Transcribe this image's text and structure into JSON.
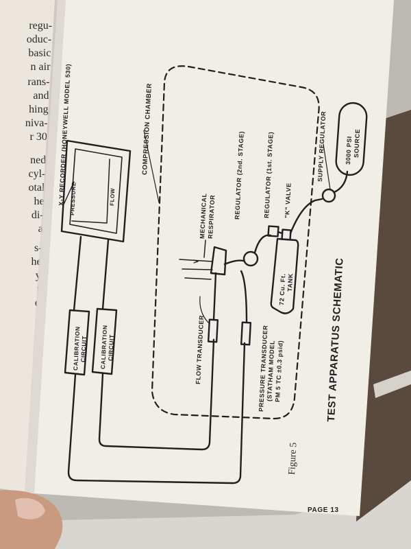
{
  "left_page_fragments": [
    "regu-",
    "oduc-",
    "basic",
    "n  air",
    "rans-",
    "and",
    "hing",
    "niva-",
    "r 30",
    "ned",
    "cyl-",
    "otal",
    "he",
    "di-",
    "a",
    "s-",
    "he",
    "y",
    "t",
    "e"
  ],
  "diagram": {
    "title": "TEST APPARATUS SCHEMATIC",
    "figure_label": "Figure 5",
    "page_number": "PAGE 13",
    "labels": {
      "xy_recorder": "X-Y RECORDER (HONEYWELL MODEL 530)",
      "compression_chamber": "COMPRESSION CHAMBER",
      "pressure_axis": "PRESSURE",
      "flow_axis": "FLOW",
      "mechanical_respirator": [
        "MECHANICAL",
        "RESPIRATOR"
      ],
      "regulator_2nd": "REGULATOR (2nd. STAGE)",
      "regulator_1st": "REGULATOR (1st. STAGE)",
      "k_valve": "\"K\" VALVE",
      "supply_regulator": "SUPPLY REGULATOR",
      "source": [
        "3000 PSI",
        "SOURCE"
      ],
      "tank": [
        "72 Cu. Ft.",
        "TANK"
      ],
      "calibration_circuit_1": [
        "CALIBRATION",
        "CIRCUIT"
      ],
      "calibration_circuit_2": [
        "CALIBRATION",
        "CIRCUIT"
      ],
      "flow_transducer": "FLOW TRANSDUCER",
      "pressure_transducer": [
        "PRESSURE TRANSDUCER",
        "(STATHAM MODEL",
        "PM 5 TC ±0.3 psid)"
      ]
    }
  },
  "colors": {
    "page": "#f1eee8",
    "ink": "#1f1f1f",
    "background": "#8e8a86"
  }
}
